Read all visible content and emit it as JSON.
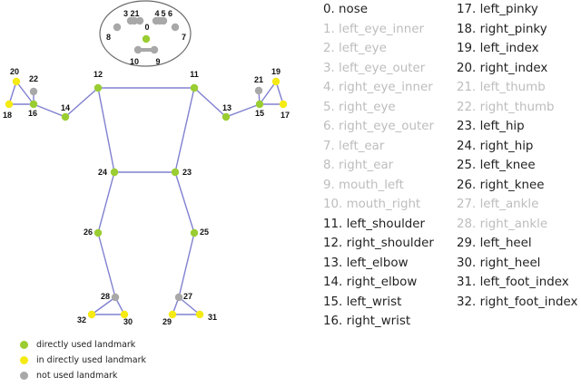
{
  "colors": {
    "directly_used": "#9acd32",
    "indirectly_used": "#f5ea14",
    "not_used": "#a8a8a8",
    "line": "#8080d0",
    "dim_text": "#bdbdbd"
  },
  "landmarks": [
    {
      "id": "0",
      "name": "nose",
      "used": true
    },
    {
      "id": "1",
      "name": "left_eye_inner",
      "used": false
    },
    {
      "id": "2",
      "name": "left_eye",
      "used": false
    },
    {
      "id": "3",
      "name": "left_eye_outer",
      "used": false
    },
    {
      "id": "4",
      "name": "right_eye_inner",
      "used": false
    },
    {
      "id": "5",
      "name": "right_eye",
      "used": false
    },
    {
      "id": "6",
      "name": "right_eye_outer",
      "used": false
    },
    {
      "id": "7",
      "name": "left_ear",
      "used": false
    },
    {
      "id": "8",
      "name": "right_ear",
      "used": false
    },
    {
      "id": "9",
      "name": "mouth_left",
      "used": false
    },
    {
      "id": "10",
      "name": "mouth_right",
      "used": false
    },
    {
      "id": "11",
      "name": "left_shoulder",
      "used": true
    },
    {
      "id": "12",
      "name": "right_shoulder",
      "used": true
    },
    {
      "id": "13",
      "name": "left_elbow",
      "used": true
    },
    {
      "id": "14",
      "name": "right_elbow",
      "used": true
    },
    {
      "id": "15",
      "name": "left_wrist",
      "used": true
    },
    {
      "id": "16",
      "name": "right_wrist",
      "used": true
    },
    {
      "id": "17",
      "name": "left_pinky",
      "used": true
    },
    {
      "id": "18",
      "name": "right_pinky",
      "used": true
    },
    {
      "id": "19",
      "name": "left_index",
      "used": true
    },
    {
      "id": "20",
      "name": "right_index",
      "used": true
    },
    {
      "id": "21",
      "name": "left_thumb",
      "used": false
    },
    {
      "id": "22",
      "name": "right_thumb",
      "used": false
    },
    {
      "id": "23",
      "name": "left_hip",
      "used": true
    },
    {
      "id": "24",
      "name": "right_hip",
      "used": true
    },
    {
      "id": "25",
      "name": "left_knee",
      "used": true
    },
    {
      "id": "26",
      "name": "right_knee",
      "used": true
    },
    {
      "id": "27",
      "name": "left_ankle",
      "used": false
    },
    {
      "id": "28",
      "name": "right_ankle",
      "used": false
    },
    {
      "id": "29",
      "name": "left_heel",
      "used": true
    },
    {
      "id": "30",
      "name": "right_heel",
      "used": true
    },
    {
      "id": "31",
      "name": "left_foot_index",
      "used": true
    },
    {
      "id": "32",
      "name": "right_foot_index",
      "used": true
    }
  ],
  "point_status": {
    "0": "direct",
    "1": "none",
    "2": "none",
    "3": "none",
    "4": "none",
    "5": "none",
    "6": "none",
    "7": "none",
    "8": "none",
    "9": "none",
    "10": "none",
    "11": "direct",
    "12": "direct",
    "13": "direct",
    "14": "direct",
    "15": "direct",
    "16": "direct",
    "17": "indirect",
    "18": "indirect",
    "19": "indirect",
    "20": "indirect",
    "21": "none",
    "22": "none",
    "23": "direct",
    "24": "direct",
    "25": "direct",
    "26": "direct",
    "27": "none",
    "28": "none",
    "29": "indirect",
    "30": "indirect",
    "31": "indirect",
    "32": "indirect"
  },
  "legend": [
    {
      "status": "direct",
      "label": "directly used landmark"
    },
    {
      "status": "indirect",
      "label": "in directly used landmark"
    },
    {
      "status": "none",
      "label": "not used landmark"
    }
  ]
}
